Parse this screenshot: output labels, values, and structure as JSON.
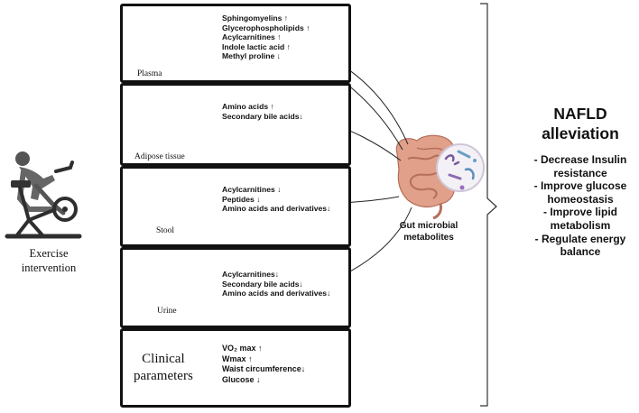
{
  "panels": [
    {
      "label": "Plasma",
      "icon": "blood-vessel-icon",
      "items": [
        "Sphingomyelins ↑",
        "Glycerophospholipids ↑",
        "Acylcarnitines ↑",
        "Indole lactic acid ↑",
        "Methyl proline ↓"
      ]
    },
    {
      "label": "Adipose tissue",
      "icon": "adipose-cells-icon",
      "items": [
        "Amino acids ↑",
        "Secondary bile acids↓"
      ]
    },
    {
      "label": "Stool",
      "icon": "stool-icon",
      "items": [
        "Acylcarnitines ↓",
        "Peptides ↓",
        "Amino acids and derivatives↓"
      ]
    },
    {
      "label": "Urine",
      "icon": "urine-cup-icon",
      "items": [
        "Acylcarnitines↓",
        "Secondary bile acids↓",
        "Amino acids  and  derivatives↓"
      ]
    },
    {
      "label_lines": [
        "Clinical",
        "parameters"
      ],
      "items": [
        "VO₂ max ↑",
        "Wmax ↑",
        "Waist circumference↓",
        "Glucose ↓"
      ]
    }
  ],
  "exercise": {
    "icon": "exercise-bike-icon",
    "label_lines": [
      "Exercise",
      "intervention"
    ]
  },
  "gut": {
    "icon": "intestine-microbes-icon",
    "label_lines": [
      "Gut microbial",
      "metabolites"
    ]
  },
  "nafld": {
    "title_lines": [
      "NAFLD",
      "alleviation"
    ],
    "effects": [
      "- Decrease Insulin",
      "resistance",
      "- Improve glucose",
      "homeostasis",
      "- Improve lipid",
      "metabolism",
      "- Regulate energy",
      "balance"
    ]
  },
  "colors": {
    "border": "#111111",
    "vessel": "#e8847f",
    "fat": "#e8d49a",
    "stool": "#6b3a22",
    "urine": "#f2c21a",
    "gut": "#e0a08a",
    "swoosh": "#8a93b8"
  }
}
